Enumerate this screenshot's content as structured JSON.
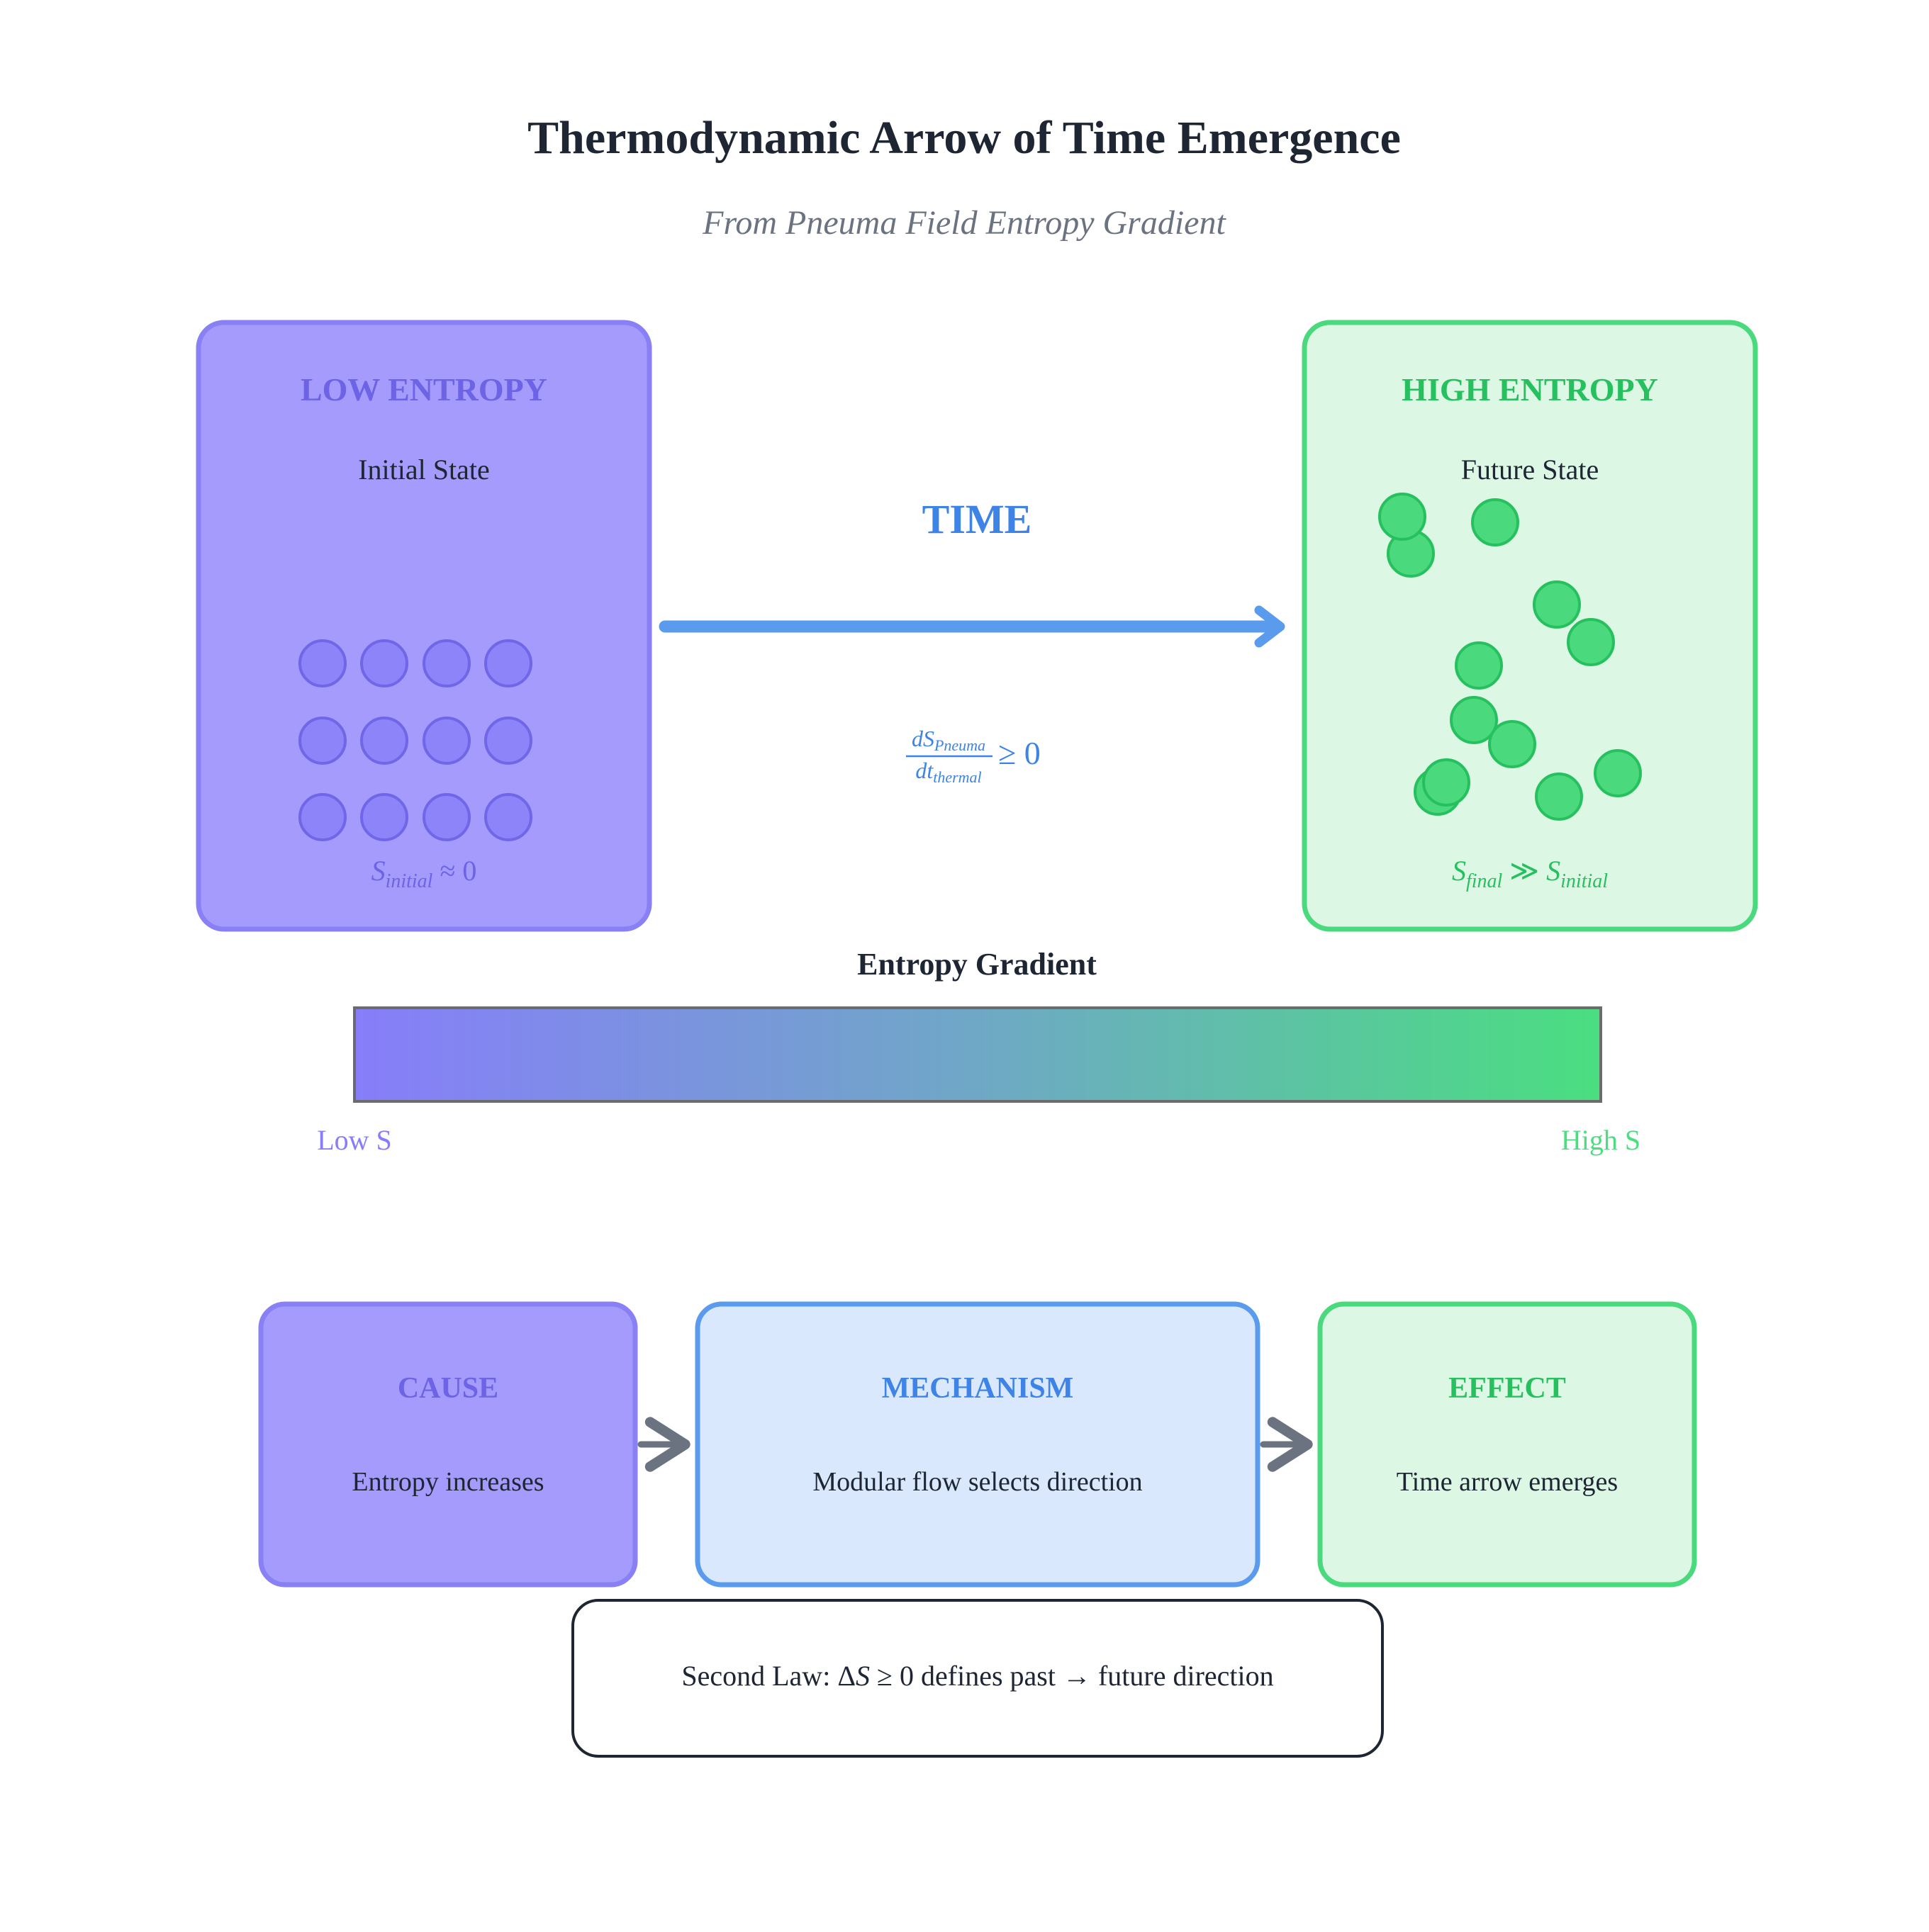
{
  "title": "Thermodynamic Arrow of Time Emergence",
  "subtitle": "From Pneuma Field Entropy Gradient",
  "colors": {
    "purple_fill": "#a59bfc",
    "purple_stroke": "#8a80f5",
    "purple_text": "#6c63e6",
    "purple_particle": "#8d84fa",
    "green_fill": "#dcf8e5",
    "green_stroke": "#4ad97c",
    "green_text": "#27c05f",
    "green_particle": "#4ad97c",
    "blue": "#5a9bed",
    "blue_text": "#3e83e6",
    "blue_fill": "#d9e8fd",
    "dark": "#1e2634",
    "gray": "#6b7280"
  },
  "low_box": {
    "heading": "LOW ENTROPY",
    "subheading": "Initial State",
    "formula_base": "S",
    "formula_sub": "initial",
    "formula_rest": " ≈ 0"
  },
  "high_box": {
    "heading": "HIGH ENTROPY",
    "subheading": "Future State",
    "formula_base": "S",
    "formula_sub": "final",
    "formula_op": " ≫ ",
    "formula_base2": "S",
    "formula_sub2": "initial"
  },
  "time_arrow": {
    "label": "TIME",
    "num_base": "dS",
    "num_sub": "Pneuma",
    "den_base": "dt",
    "den_sub": "thermal",
    "rest": "≥ 0"
  },
  "gradient": {
    "title": "Entropy Gradient",
    "low_label": "Low S",
    "high_label": "High S"
  },
  "flow": {
    "cause": {
      "heading": "CAUSE",
      "text": "Entropy increases"
    },
    "mechanism": {
      "heading": "MECHANISM",
      "text": "Modular flow selects direction"
    },
    "effect": {
      "heading": "EFFECT",
      "text": "Time arrow emerges"
    }
  },
  "second_law": {
    "prefix": "Second Law: ",
    "delta": "Δ",
    "var": "S",
    "rest": " ≥ 0 defines past → future direction"
  }
}
